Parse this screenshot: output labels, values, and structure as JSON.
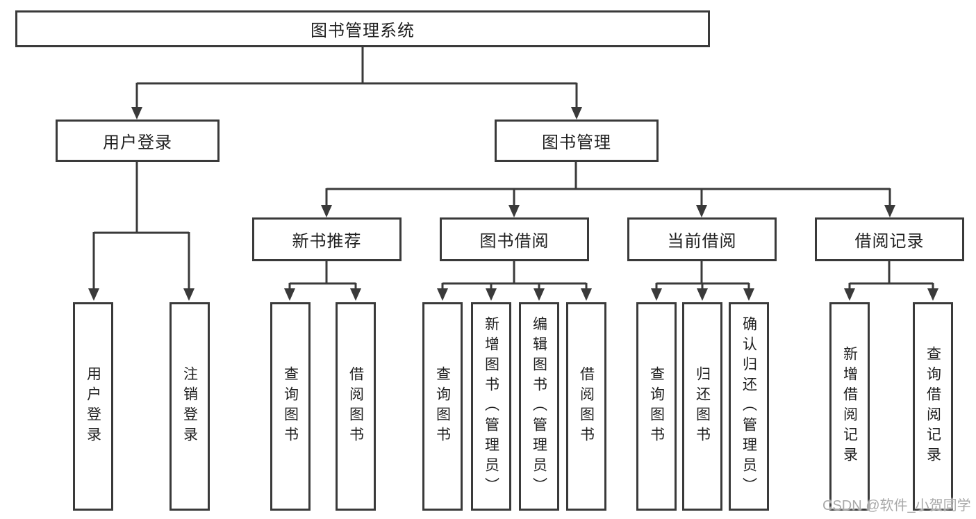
{
  "diagram": {
    "title": "图书管理系统",
    "colors": {
      "line": "#3a3a3a",
      "text": "#1f1f1f",
      "background": "#ffffff",
      "watermark": "#a9a9a9"
    },
    "root": {
      "label": "图书管理系统"
    },
    "level2": [
      {
        "label": "用户登录"
      },
      {
        "label": "图书管理"
      }
    ],
    "level3": [
      {
        "label": "新书推荐"
      },
      {
        "label": "图书借阅"
      },
      {
        "label": "当前借阅"
      },
      {
        "label": "借阅记录"
      }
    ],
    "leaves": {
      "user_login": [
        "用户登录",
        "注销登录"
      ],
      "new_book": [
        "查询图书",
        "借阅图书"
      ],
      "book_borrow": [
        "查询图书",
        "新增图书（管理员）",
        "编辑图书（管理员）",
        "借阅图书"
      ],
      "current_borrow": [
        "查询图书",
        "归还图书",
        "确认归还（管理员）"
      ],
      "borrow_record": [
        "新增借阅记录",
        "查询借阅记录"
      ]
    },
    "watermark": "CSDN @软件_小贺同学"
  }
}
